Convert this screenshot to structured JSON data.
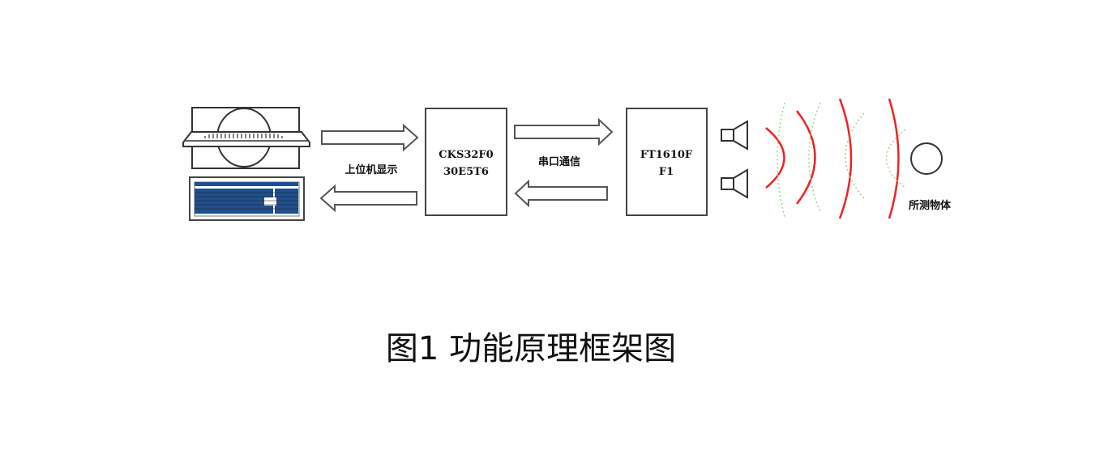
{
  "diagram": {
    "host_label": "上位机显示",
    "mcu_line1": "CKS32F0",
    "mcu_line2": "30E5T6",
    "serial_label": "串口通信",
    "sensor_line1": "FT1610F",
    "sensor_line2": "F1",
    "object_label": "所测物体",
    "colors": {
      "wave_red": "#ee2222",
      "wave_green": "#9ed68a",
      "line": "#333333",
      "key_blue": "#1f4f8f"
    }
  },
  "caption": "图1 功能原理框架图"
}
